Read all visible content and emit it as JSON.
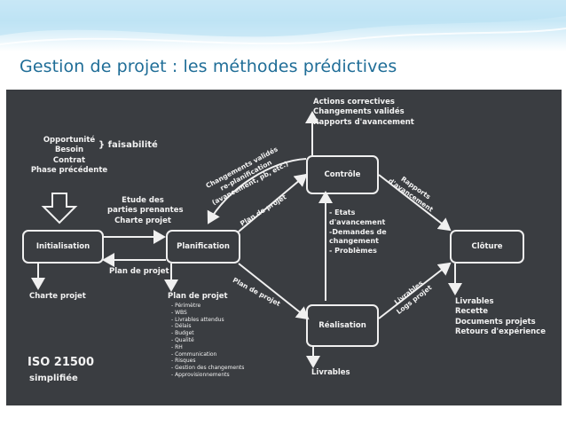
{
  "slide": {
    "title": "Gestion de projet : les méthodes prédictives"
  },
  "diagram": {
    "inputs": [
      "Opportunité",
      "Besoin",
      "Contrat",
      "Phase précédente"
    ],
    "faisabilite": "} faisabilité",
    "etude_labels": [
      "Etude des",
      "parties prenantes",
      "Charte projet"
    ],
    "boxes": {
      "initialisation": "Initialisation",
      "planification": "Planification",
      "controle": "Contrôle",
      "realisation": "Réalisation",
      "cloture": "Clôture"
    },
    "plan_de_projet_return": "Plan de projet",
    "charte_projet_output": "Charte projet",
    "plan_title": "Plan de projet",
    "plan_items": [
      "- Périmètre",
      "- WBS",
      "- Livrables attendus",
      "- Délais",
      "- Budget",
      "- Qualité",
      "- RH",
      "- Communication",
      "- Risques",
      "- Gestion des changements",
      "- Approvisionnements"
    ],
    "changements_rot": [
      "Changements validés",
      "re-planification",
      "(avancement, pb, etc.)"
    ],
    "plan_de_projet_upper": "Plan de projet",
    "plan_de_projet_lower": "Plan de projet",
    "controle_outputs": [
      "Actions correctives",
      "Changements validés",
      "Rapports d'avancement"
    ],
    "rapports_rot": [
      "Rapports",
      "d'avancement"
    ],
    "etats_list": [
      "- Etats",
      "d'avancement",
      "-Demandes de",
      "changement",
      "- Problèmes"
    ],
    "livrables_rot": [
      "Livrables",
      "Logs projet"
    ],
    "realisation_output": "Livrables",
    "cloture_outputs": [
      "Livrables",
      "Recette",
      "Documents projets",
      "Retours d'expérience"
    ],
    "iso": [
      "ISO 21500",
      "simplifiée"
    ]
  }
}
